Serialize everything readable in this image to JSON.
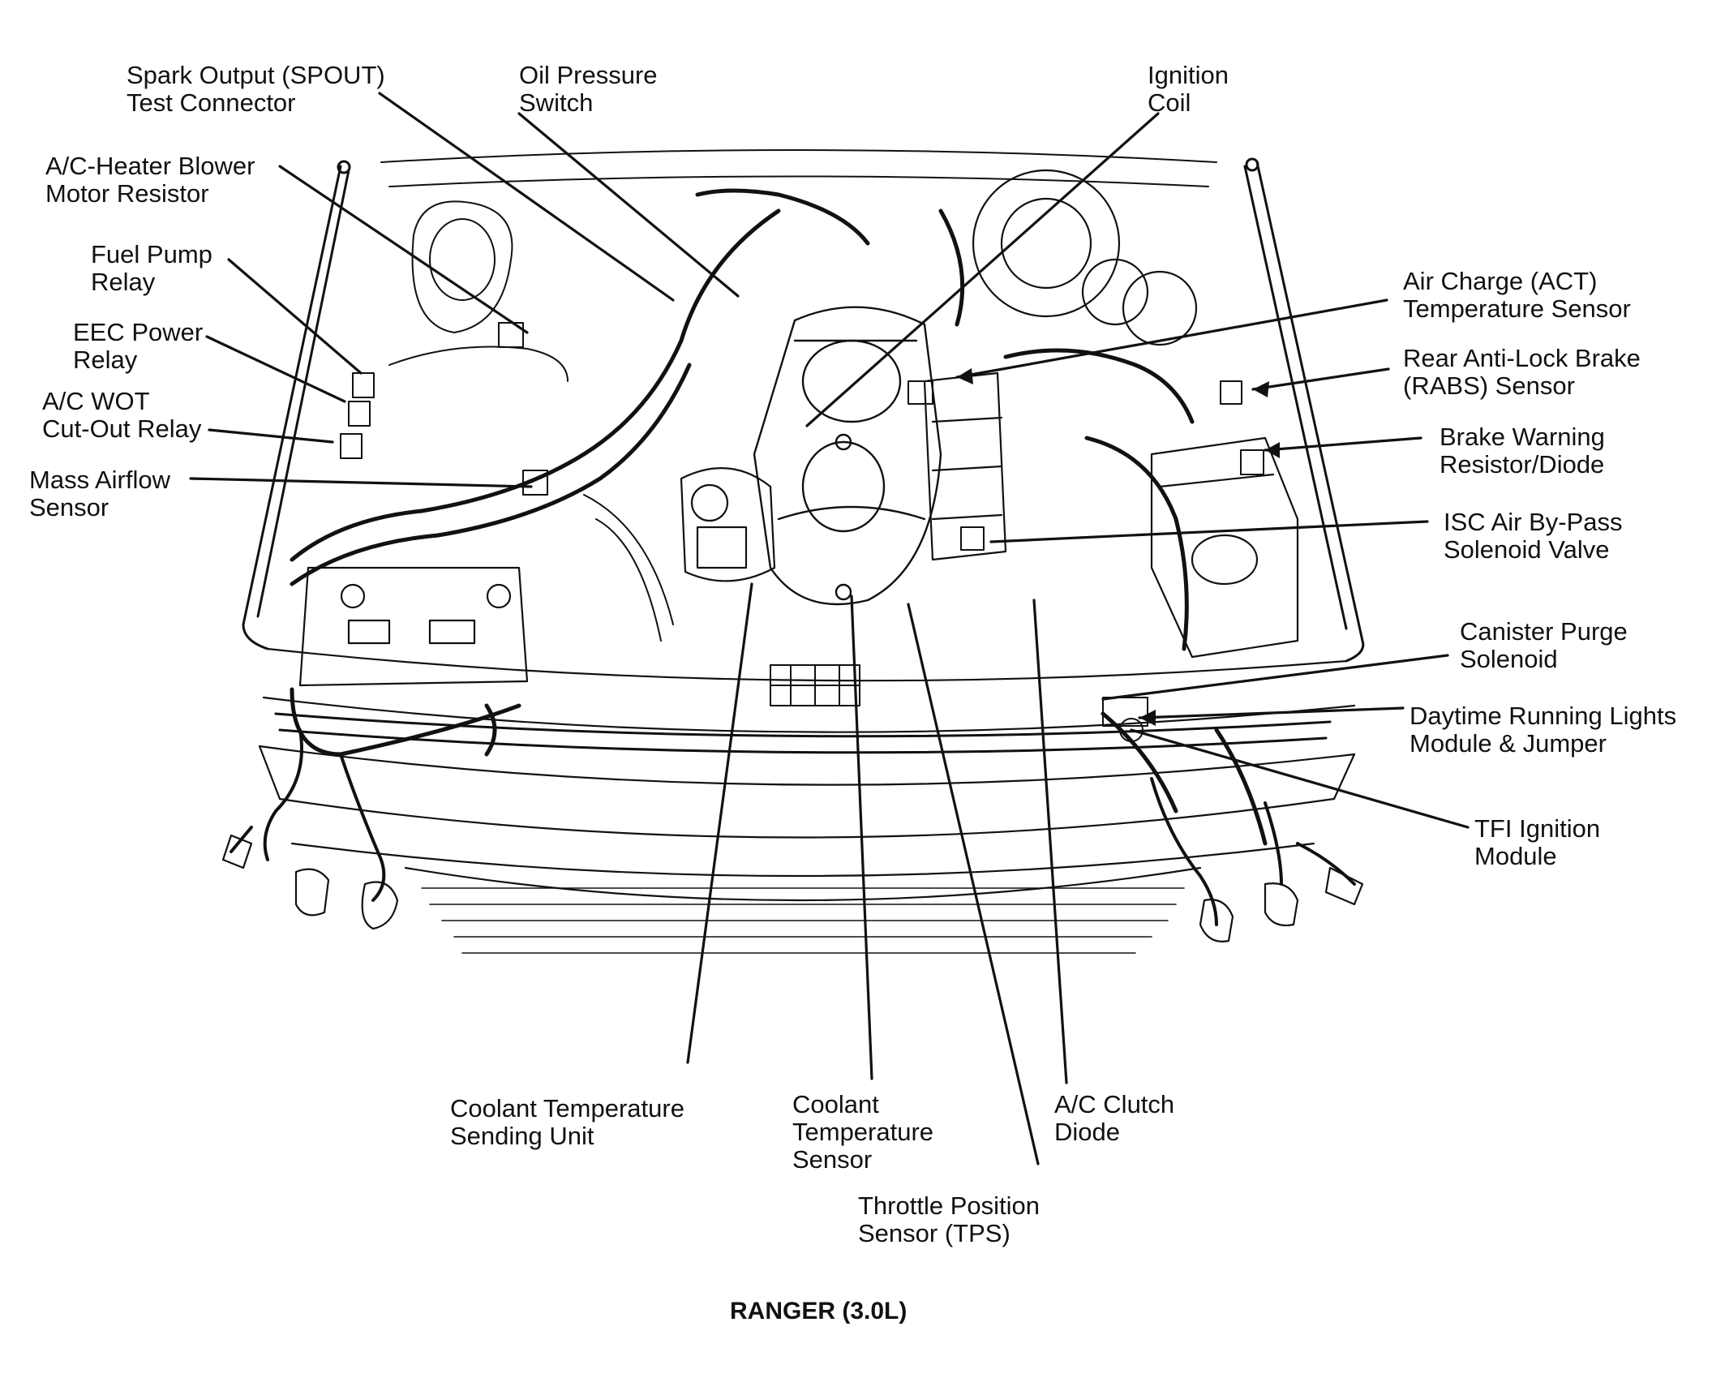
{
  "caption": "RANGER (3.0L)",
  "colors": {
    "ink": "#111111",
    "background": "#ffffff"
  },
  "labels": [
    {
      "id": "spout",
      "lines": [
        "Spark Output (SPOUT)",
        "Test Connector"
      ]
    },
    {
      "id": "oil",
      "lines": [
        "Oil Pressure",
        "Switch"
      ]
    },
    {
      "id": "coil",
      "lines": [
        "Ignition",
        "Coil"
      ]
    },
    {
      "id": "blower",
      "lines": [
        "A/C-Heater Blower",
        "Motor Resistor"
      ]
    },
    {
      "id": "fuelpump",
      "lines": [
        "Fuel Pump",
        "Relay"
      ]
    },
    {
      "id": "eec",
      "lines": [
        "EEC Power",
        "Relay"
      ]
    },
    {
      "id": "wot",
      "lines": [
        "A/C WOT",
        "Cut-Out Relay"
      ]
    },
    {
      "id": "maf",
      "lines": [
        "Mass Airflow",
        "Sensor"
      ]
    },
    {
      "id": "act",
      "lines": [
        "Air Charge (ACT)",
        "Temperature Sensor"
      ]
    },
    {
      "id": "rabs",
      "lines": [
        "Rear Anti-Lock Brake",
        "(RABS) Sensor"
      ]
    },
    {
      "id": "brake",
      "lines": [
        "Brake Warning",
        "Resistor/Diode"
      ]
    },
    {
      "id": "isc",
      "lines": [
        "ISC Air By-Pass",
        "Solenoid Valve"
      ]
    },
    {
      "id": "canister",
      "lines": [
        "Canister Purge",
        "Solenoid"
      ]
    },
    {
      "id": "drl",
      "lines": [
        "Daytime Running Lights",
        "Module & Jumper"
      ]
    },
    {
      "id": "tfi",
      "lines": [
        "TFI Ignition",
        "Module"
      ]
    },
    {
      "id": "ctsu",
      "lines": [
        "Coolant Temperature",
        "Sending Unit"
      ]
    },
    {
      "id": "cts",
      "lines": [
        "Coolant",
        "Temperature",
        "Sensor"
      ]
    },
    {
      "id": "tps",
      "lines": [
        "Throttle Position",
        "Sensor (TPS)"
      ]
    },
    {
      "id": "acdiode",
      "lines": [
        "A/C Clutch",
        "Diode"
      ]
    }
  ]
}
